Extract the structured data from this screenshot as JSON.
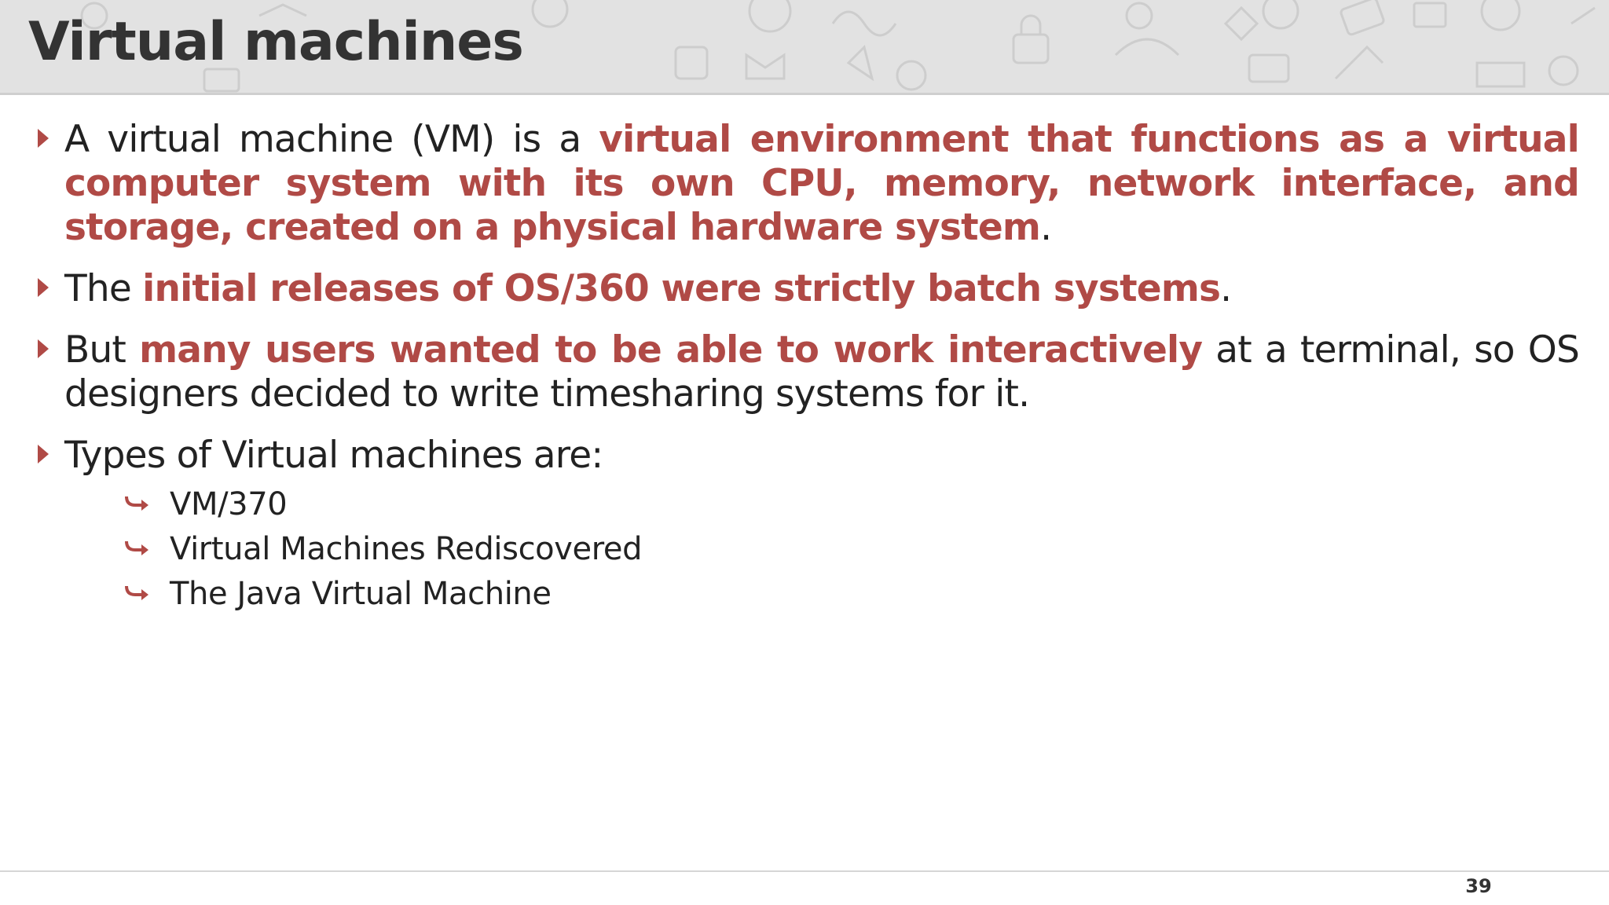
{
  "slide": {
    "title": "Virtual machines",
    "page_number": "39",
    "accent_color": "#b04a46"
  },
  "bullets": [
    {
      "segments": [
        {
          "text": "A virtual machine (VM) is a ",
          "style": "normal"
        },
        {
          "text": "virtual environment that functions as a virtual computer system with its own CPU, memory, network interface, and storage, created on a physical hardware system",
          "style": "highlight"
        },
        {
          "text": ".",
          "style": "normal"
        }
      ]
    },
    {
      "segments": [
        {
          "text": "The ",
          "style": "normal"
        },
        {
          "text": "initial releases of OS/360 were strictly batch systems",
          "style": "highlight"
        },
        {
          "text": ".",
          "style": "normal"
        }
      ]
    },
    {
      "segments": [
        {
          "text": "But ",
          "style": "normal"
        },
        {
          "text": "many users wanted to be able to work interactively",
          "style": "highlight"
        },
        {
          "text": " at a terminal, so OS designers decided to write timesharing systems for it.",
          "style": "normal"
        }
      ]
    },
    {
      "segments": [
        {
          "text": "Types of Virtual machines are:",
          "style": "normal"
        }
      ],
      "subitems": [
        "VM/370",
        "Virtual Machines Rediscovered",
        "The Java Virtual Machine"
      ]
    }
  ]
}
